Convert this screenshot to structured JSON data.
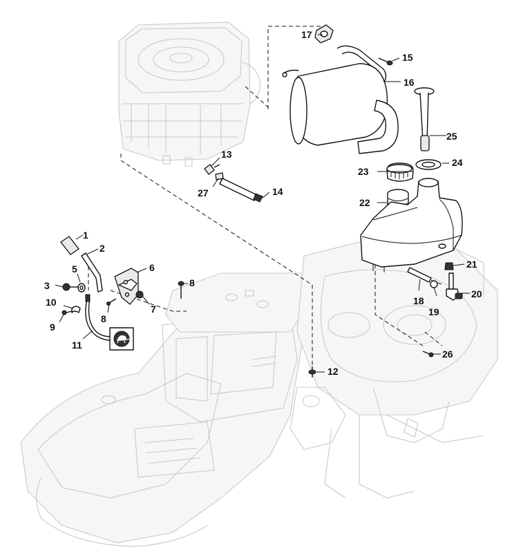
{
  "callouts": [
    {
      "id": "c1",
      "label": "1"
    },
    {
      "id": "c2",
      "label": "2"
    },
    {
      "id": "c3",
      "label": "3"
    },
    {
      "id": "c5",
      "label": "5"
    },
    {
      "id": "c6",
      "label": "6"
    },
    {
      "id": "c7",
      "label": "7"
    },
    {
      "id": "c8a",
      "label": "8"
    },
    {
      "id": "c8b",
      "label": "8"
    },
    {
      "id": "c9",
      "label": "9"
    },
    {
      "id": "c10",
      "label": "10"
    },
    {
      "id": "c11",
      "label": "11"
    },
    {
      "id": "c12",
      "label": "12"
    },
    {
      "id": "c13",
      "label": "13"
    },
    {
      "id": "c14",
      "label": "14"
    },
    {
      "id": "c15",
      "label": "15"
    },
    {
      "id": "c16",
      "label": "16"
    },
    {
      "id": "c17",
      "label": "17"
    },
    {
      "id": "c18",
      "label": "18"
    },
    {
      "id": "c19",
      "label": "19"
    },
    {
      "id": "c20",
      "label": "20"
    },
    {
      "id": "c21",
      "label": "21"
    },
    {
      "id": "c22",
      "label": "22"
    },
    {
      "id": "c23",
      "label": "23"
    },
    {
      "id": "c24",
      "label": "24"
    },
    {
      "id": "c25",
      "label": "25"
    },
    {
      "id": "c26",
      "label": "26"
    },
    {
      "id": "c27",
      "label": "27"
    }
  ],
  "icons": {
    "throttle_symbol": "tortoise-icon"
  },
  "colors": {
    "line": "#111111",
    "ghost": "#c9c9c9",
    "background": "#ffffff"
  }
}
